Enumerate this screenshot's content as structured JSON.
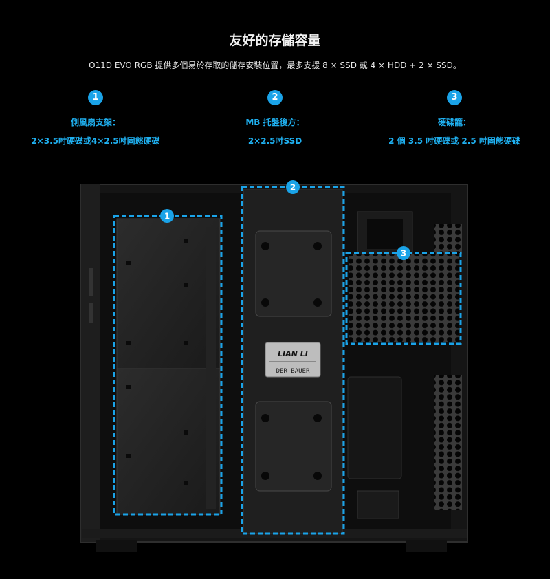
{
  "header": {
    "title": "友好的存儲容量",
    "subtitle": "O11D EVO RGB 提供多個易於存取的儲存安裝位置，最多支援 8 × SSD 或 4 × HDD + 2 × SSD。"
  },
  "features": [
    {
      "number": "1",
      "line1": "側風扇支架：",
      "line2": "2×3.5吋硬碟或4×2.5吋固態硬碟"
    },
    {
      "number": "2",
      "line1": "MB 托盤後方：",
      "line2": "2×2.5吋SSD"
    },
    {
      "number": "3",
      "line1": "硬碟籠：",
      "line2": "2 個 3.5 吋硬碟或 2.5 吋固態硬碟"
    }
  ],
  "image": {
    "markers": [
      "1",
      "2",
      "3"
    ],
    "logo_text": "LIAN LI",
    "logo_subtext": "DER BAUER"
  },
  "colors": {
    "accent": "#1aa3e8",
    "background": "#000000"
  }
}
